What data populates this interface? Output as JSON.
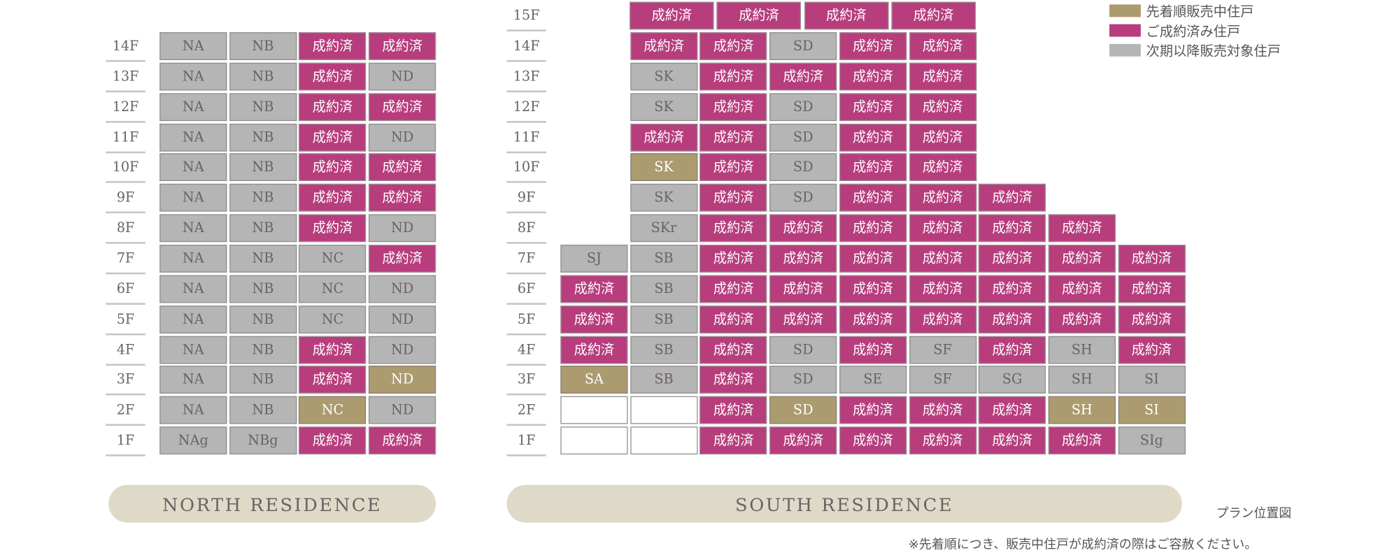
{
  "colors": {
    "sold": "#b73d7d",
    "available": "#ab9b6f",
    "next": "#b5b5b5"
  },
  "legend": [
    {
      "label": "先着順販売中住戸",
      "status": "a"
    },
    {
      "label": "ご成約済み住戸",
      "status": "s"
    },
    {
      "label": "次期以降販売対象住戸",
      "status": "n"
    }
  ],
  "north": {
    "title": "NORTH RESIDENCE",
    "floors": [
      {
        "floor": "14F",
        "cells": [
          [
            "NA",
            "n"
          ],
          [
            "NB",
            "n"
          ],
          [
            "成約済",
            "s"
          ],
          [
            "成約済",
            "s"
          ]
        ]
      },
      {
        "floor": "13F",
        "cells": [
          [
            "NA",
            "n"
          ],
          [
            "NB",
            "n"
          ],
          [
            "成約済",
            "s"
          ],
          [
            "ND",
            "n"
          ]
        ]
      },
      {
        "floor": "12F",
        "cells": [
          [
            "NA",
            "n"
          ],
          [
            "NB",
            "n"
          ],
          [
            "成約済",
            "s"
          ],
          [
            "成約済",
            "s"
          ]
        ]
      },
      {
        "floor": "11F",
        "cells": [
          [
            "NA",
            "n"
          ],
          [
            "NB",
            "n"
          ],
          [
            "成約済",
            "s"
          ],
          [
            "ND",
            "n"
          ]
        ]
      },
      {
        "floor": "10F",
        "cells": [
          [
            "NA",
            "n"
          ],
          [
            "NB",
            "n"
          ],
          [
            "成約済",
            "s"
          ],
          [
            "成約済",
            "s"
          ]
        ]
      },
      {
        "floor": "9F",
        "cells": [
          [
            "NA",
            "n"
          ],
          [
            "NB",
            "n"
          ],
          [
            "成約済",
            "s"
          ],
          [
            "成約済",
            "s"
          ]
        ]
      },
      {
        "floor": "8F",
        "cells": [
          [
            "NA",
            "n"
          ],
          [
            "NB",
            "n"
          ],
          [
            "成約済",
            "s"
          ],
          [
            "ND",
            "n"
          ]
        ]
      },
      {
        "floor": "7F",
        "cells": [
          [
            "NA",
            "n"
          ],
          [
            "NB",
            "n"
          ],
          [
            "NC",
            "n"
          ],
          [
            "成約済",
            "s"
          ]
        ]
      },
      {
        "floor": "6F",
        "cells": [
          [
            "NA",
            "n"
          ],
          [
            "NB",
            "n"
          ],
          [
            "NC",
            "n"
          ],
          [
            "ND",
            "n"
          ]
        ]
      },
      {
        "floor": "5F",
        "cells": [
          [
            "NA",
            "n"
          ],
          [
            "NB",
            "n"
          ],
          [
            "NC",
            "n"
          ],
          [
            "ND",
            "n"
          ]
        ]
      },
      {
        "floor": "4F",
        "cells": [
          [
            "NA",
            "n"
          ],
          [
            "NB",
            "n"
          ],
          [
            "成約済",
            "s"
          ],
          [
            "ND",
            "n"
          ]
        ]
      },
      {
        "floor": "3F",
        "cells": [
          [
            "NA",
            "n"
          ],
          [
            "NB",
            "n"
          ],
          [
            "成約済",
            "s"
          ],
          [
            "ND",
            "a"
          ]
        ]
      },
      {
        "floor": "2F",
        "cells": [
          [
            "NA",
            "n"
          ],
          [
            "NB",
            "n"
          ],
          [
            "NC",
            "a"
          ],
          [
            "ND",
            "n"
          ]
        ]
      },
      {
        "floor": "1F",
        "cells": [
          [
            "NAg",
            "n"
          ],
          [
            "NBg",
            "n"
          ],
          [
            "成約済",
            "s"
          ],
          [
            "成約済",
            "s"
          ]
        ]
      }
    ]
  },
  "south": {
    "title": "SOUTH RESIDENCE",
    "top_floor": {
      "floor": "15F",
      "cells": [
        [
          "成約済",
          "s"
        ],
        [
          "成約済",
          "s"
        ],
        [
          "成約済",
          "s"
        ],
        [
          "成約済",
          "s"
        ]
      ]
    },
    "floors": [
      {
        "floor": "14F",
        "cells": [
          null,
          [
            "成約済",
            "s"
          ],
          [
            "成約済",
            "s"
          ],
          [
            "SD",
            "n"
          ],
          [
            "成約済",
            "s"
          ],
          [
            "成約済",
            "s"
          ]
        ]
      },
      {
        "floor": "13F",
        "cells": [
          null,
          [
            "SK",
            "n"
          ],
          [
            "成約済",
            "s"
          ],
          [
            "成約済",
            "s"
          ],
          [
            "成約済",
            "s"
          ],
          [
            "成約済",
            "s"
          ]
        ]
      },
      {
        "floor": "12F",
        "cells": [
          null,
          [
            "SK",
            "n"
          ],
          [
            "成約済",
            "s"
          ],
          [
            "SD",
            "n"
          ],
          [
            "成約済",
            "s"
          ],
          [
            "成約済",
            "s"
          ]
        ]
      },
      {
        "floor": "11F",
        "cells": [
          null,
          [
            "成約済",
            "s"
          ],
          [
            "成約済",
            "s"
          ],
          [
            "SD",
            "n"
          ],
          [
            "成約済",
            "s"
          ],
          [
            "成約済",
            "s"
          ]
        ]
      },
      {
        "floor": "10F",
        "cells": [
          null,
          [
            "SK",
            "a"
          ],
          [
            "成約済",
            "s"
          ],
          [
            "SD",
            "n"
          ],
          [
            "成約済",
            "s"
          ],
          [
            "成約済",
            "s"
          ]
        ]
      },
      {
        "floor": "9F",
        "cells": [
          null,
          [
            "SK",
            "n"
          ],
          [
            "成約済",
            "s"
          ],
          [
            "SD",
            "n"
          ],
          [
            "成約済",
            "s"
          ],
          [
            "成約済",
            "s"
          ],
          [
            "成約済",
            "s"
          ]
        ]
      },
      {
        "floor": "8F",
        "cells": [
          null,
          [
            "SKr",
            "n"
          ],
          [
            "成約済",
            "s"
          ],
          [
            "成約済",
            "s"
          ],
          [
            "成約済",
            "s"
          ],
          [
            "成約済",
            "s"
          ],
          [
            "成約済",
            "s"
          ],
          [
            "成約済",
            "s"
          ]
        ]
      },
      {
        "floor": "7F",
        "cells": [
          [
            "SJ",
            "n"
          ],
          [
            "SB",
            "n"
          ],
          [
            "成約済",
            "s"
          ],
          [
            "成約済",
            "s"
          ],
          [
            "成約済",
            "s"
          ],
          [
            "成約済",
            "s"
          ],
          [
            "成約済",
            "s"
          ],
          [
            "成約済",
            "s"
          ],
          [
            "成約済",
            "s"
          ]
        ]
      },
      {
        "floor": "6F",
        "cells": [
          [
            "成約済",
            "s"
          ],
          [
            "SB",
            "n"
          ],
          [
            "成約済",
            "s"
          ],
          [
            "成約済",
            "s"
          ],
          [
            "成約済",
            "s"
          ],
          [
            "成約済",
            "s"
          ],
          [
            "成約済",
            "s"
          ],
          [
            "成約済",
            "s"
          ],
          [
            "成約済",
            "s"
          ]
        ]
      },
      {
        "floor": "5F",
        "cells": [
          [
            "成約済",
            "s"
          ],
          [
            "SB",
            "n"
          ],
          [
            "成約済",
            "s"
          ],
          [
            "成約済",
            "s"
          ],
          [
            "成約済",
            "s"
          ],
          [
            "成約済",
            "s"
          ],
          [
            "成約済",
            "s"
          ],
          [
            "成約済",
            "s"
          ],
          [
            "成約済",
            "s"
          ]
        ]
      },
      {
        "floor": "4F",
        "cells": [
          [
            "成約済",
            "s"
          ],
          [
            "SB",
            "n"
          ],
          [
            "成約済",
            "s"
          ],
          [
            "SD",
            "n"
          ],
          [
            "成約済",
            "s"
          ],
          [
            "SF",
            "n"
          ],
          [
            "成約済",
            "s"
          ],
          [
            "SH",
            "n"
          ],
          [
            "成約済",
            "s"
          ]
        ]
      },
      {
        "floor": "3F",
        "cells": [
          [
            "SA",
            "a"
          ],
          [
            "SB",
            "n"
          ],
          [
            "成約済",
            "s"
          ],
          [
            "SD",
            "n"
          ],
          [
            "SE",
            "n"
          ],
          [
            "SF",
            "n"
          ],
          [
            "SG",
            "n"
          ],
          [
            "SH",
            "n"
          ],
          [
            "SI",
            "n"
          ]
        ]
      },
      {
        "floor": "2F",
        "cells": [
          [
            "",
            "w"
          ],
          [
            "",
            "w"
          ],
          [
            "成約済",
            "s"
          ],
          [
            "SD",
            "a"
          ],
          [
            "成約済",
            "s"
          ],
          [
            "成約済",
            "s"
          ],
          [
            "成約済",
            "s"
          ],
          [
            "SH",
            "a"
          ],
          [
            "SI",
            "a"
          ]
        ]
      },
      {
        "floor": "1F",
        "cells": [
          [
            "",
            "w"
          ],
          [
            "",
            "w"
          ],
          [
            "成約済",
            "s"
          ],
          [
            "成約済",
            "s"
          ],
          [
            "成約済",
            "s"
          ],
          [
            "成約済",
            "s"
          ],
          [
            "成約済",
            "s"
          ],
          [
            "成約済",
            "s"
          ],
          [
            "SIg",
            "n"
          ]
        ]
      }
    ]
  },
  "plan_link": "プラン位置図",
  "footnote": "※先着順につき、販売中住戸が成約済の際はご容赦ください。"
}
